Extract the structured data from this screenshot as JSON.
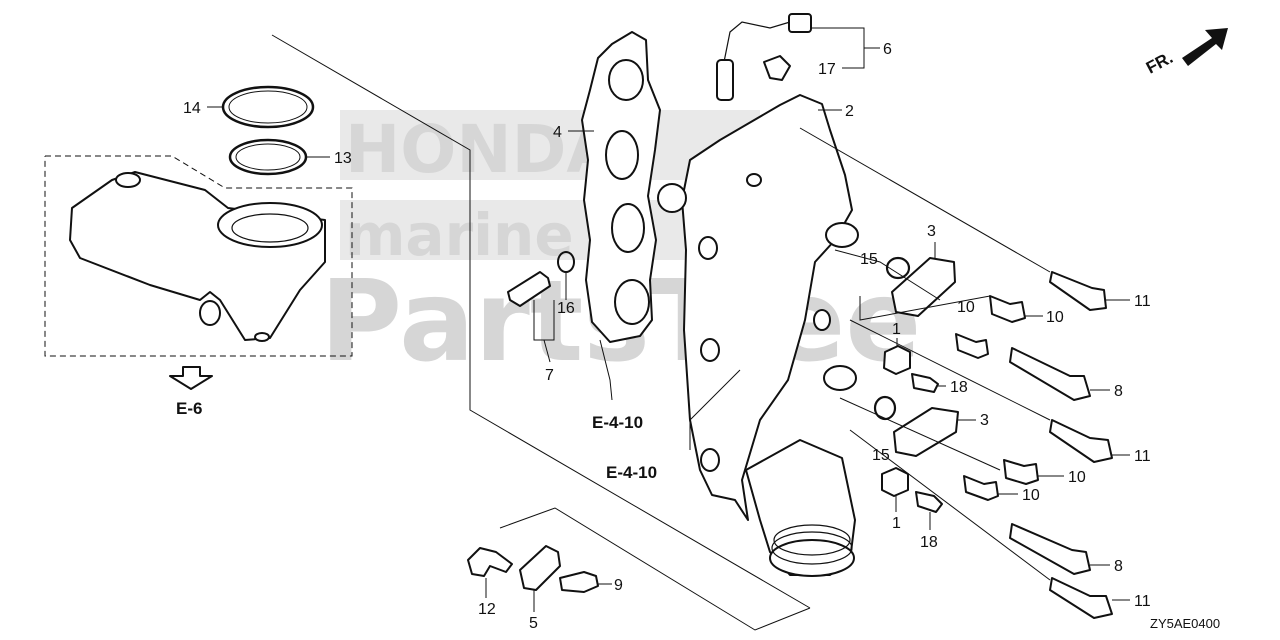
{
  "watermark": {
    "line1": "HONDA",
    "line2": "marine",
    "line3": "PartsTree"
  },
  "direction": {
    "label": "FR."
  },
  "references": {
    "e6": "E-6",
    "e4_10_a": "E-4-10",
    "e4_10_b": "E-4-10"
  },
  "diagram_code": "ZY5AE0400",
  "callouts": {
    "c1a": "1",
    "c1b": "1",
    "c2": "2",
    "c3a": "3",
    "c3b": "3",
    "c4": "4",
    "c5": "5",
    "c6": "6",
    "c7": "7",
    "c8a": "8",
    "c8b": "8",
    "c9": "9",
    "c10a": "10",
    "c10b": "10",
    "c10c": "10",
    "c10d": "10",
    "c11a": "11",
    "c11b": "11",
    "c11c": "11",
    "c12": "12",
    "c13": "13",
    "c14": "14",
    "c15a": "15",
    "c15b": "15",
    "c16": "16",
    "c17": "17",
    "c18a": "18",
    "c18b": "18"
  }
}
